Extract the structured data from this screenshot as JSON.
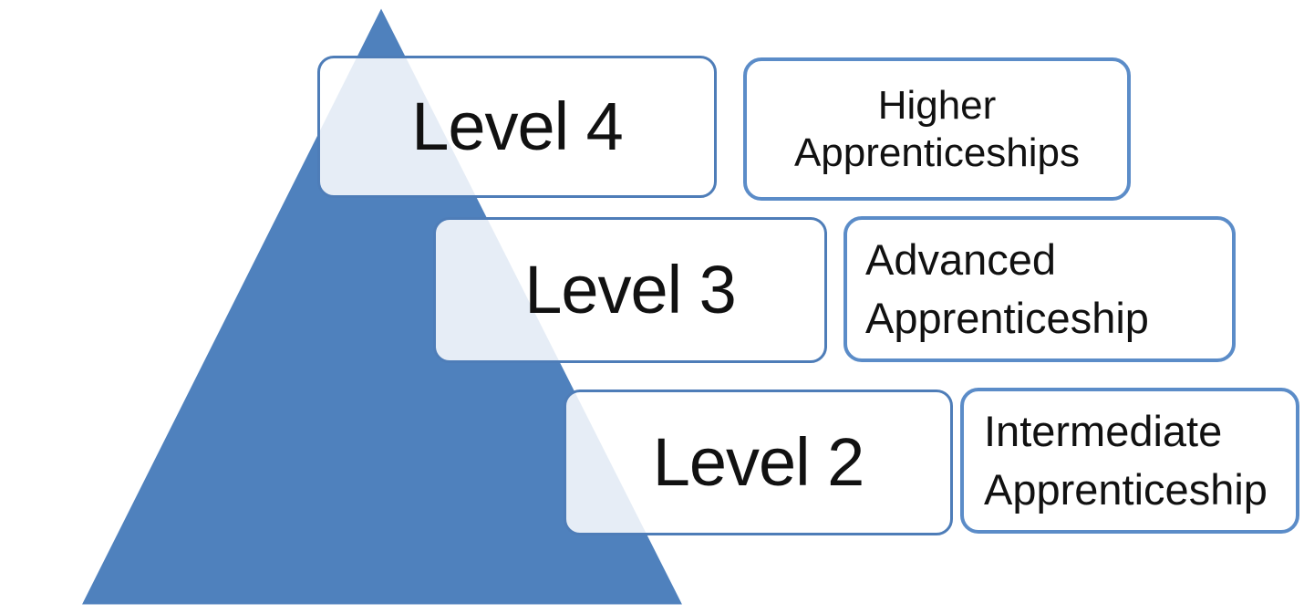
{
  "diagram": {
    "type": "pyramid",
    "colors": {
      "triangle_fill": "#4F81BD",
      "triangle_outline": "#FFFFFF",
      "level_box_border": "#4E7DB8",
      "level_box_fill": "rgba(255,255,255,0.86)",
      "side_box_border": "#5B8CC8",
      "side_box_fill": "#FFFFFF",
      "text_color": "#111111"
    },
    "levels": [
      {
        "level_label": "Level 4",
        "name_line1": "Higher",
        "name_line2": "Apprenticeships"
      },
      {
        "level_label": "Level 3",
        "name_line1": "Advanced",
        "name_line2": "Apprenticeship"
      },
      {
        "level_label": "Level 2",
        "name_line1": "Intermediate",
        "name_line2": "Apprenticeship"
      }
    ]
  }
}
